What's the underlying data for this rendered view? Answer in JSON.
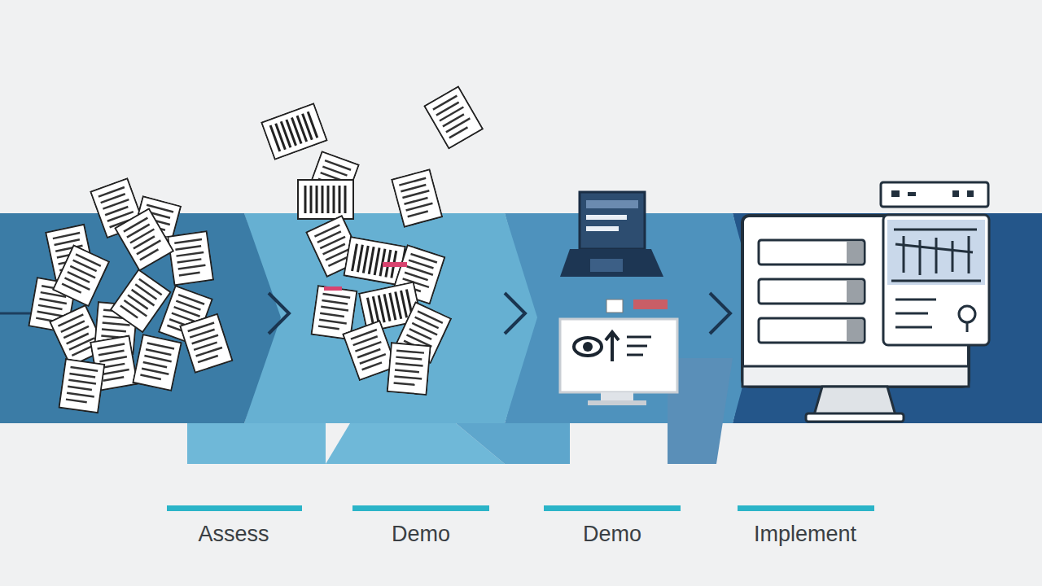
{
  "diagram": {
    "labels": [
      "Assess",
      "Demo",
      "Demo",
      "Implement"
    ]
  }
}
